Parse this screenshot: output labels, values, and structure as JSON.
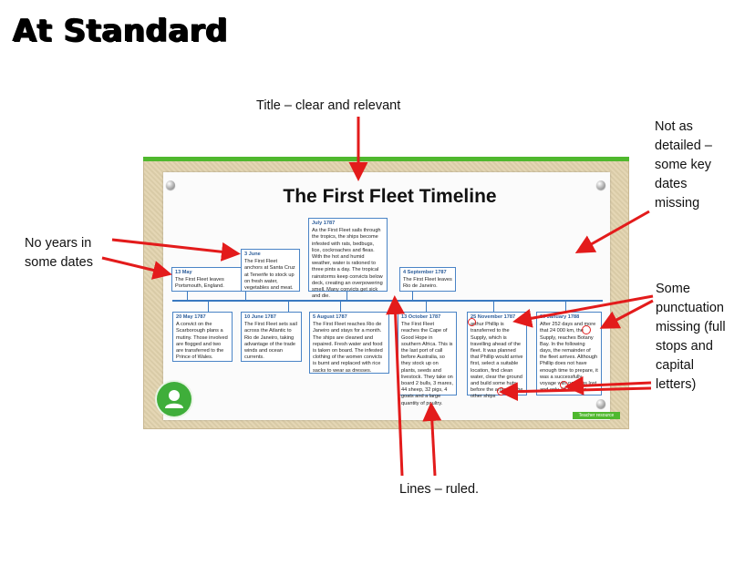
{
  "heading": "At Standard",
  "annotations": {
    "title_note": "Title – clear and relevant",
    "detail_note": [
      "Not as",
      "detailed –",
      "some key",
      "dates",
      "missing"
    ],
    "years_note": [
      "No years in",
      "some dates"
    ],
    "punct_note": [
      "Some",
      "punctuation",
      "missing (full",
      "stops and",
      "capital",
      "letters)"
    ],
    "lines_note": "Lines – ruled."
  },
  "timeline": {
    "title": "The First Fleet Timeline",
    "events_top": [
      {
        "date": "13 May",
        "text": "The First Fleet leaves Portsmouth, England."
      },
      {
        "date": "3 June",
        "text": "The First Fleet anchors at Santa Cruz at Tenerife to stock up on fresh water, vegetables and meat."
      },
      {
        "date": "July 1787",
        "text": "As the First Fleet sails through the tropics, the ships become infested with rats, bedbugs, lice, cockroaches and fleas. With the hot and humid weather, water is rationed to three pints a day. The tropical rainstorms keep convicts below deck, creating an overpowering smell. Many convicts get sick and die."
      },
      {
        "date": "4 September 1787",
        "text": "The First Fleet leaves Rio de Janeiro."
      }
    ],
    "events_bottom": [
      {
        "date": "20 May 1787",
        "text": "A convict on the Scarborough plans a mutiny. Those involved are flogged and two are transferred to the Prince of Wales."
      },
      {
        "date": "10 June 1787",
        "text": "The First Fleet sets sail across the Atlantic to Rio de Janeiro, taking advantage of the trade winds and ocean currents."
      },
      {
        "date": "5 August 1787",
        "text": "The First Fleet reaches Rio de Janeiro and stays for a month. The ships are cleaned and repaired. Fresh water and food is taken on board. The infested clothing of the women convicts is burnt and replaced with rice sacks to wear as dresses."
      },
      {
        "date": "13 October 1787",
        "text": "The First Fleet reaches the Cape of Good Hope in southern Africa. This is the last port of call before Australia, so they stock up on plants, seeds and livestock. They take on board 2 bulls, 3 mares, 44 sheep, 32 pigs, 4 goats and a large quantity of poultry."
      },
      {
        "date": "25 November 1787",
        "text": "arthur Phillip is transferred to the Supply, which is travelling ahead of the fleet. It was planned that Phillip would arrive first, select a suitable location, find clean water, clear the ground and build some huts before the arrival of the other ships"
      },
      {
        "date": "20 January 1788",
        "text": "After 252 days and more that 24 000 km, the Supply, reaches Botany Bay. In the following days, the remainder of the fleet arrives. Although Phillip does not have enough time to prepare, it was a successfully voyage with no ships lost and only 48 fatalities"
      }
    ],
    "logo": "Teacher resource"
  },
  "colors": {
    "accent_green": "#4fb82e",
    "arrow_red": "#e31b1b",
    "timeline_blue": "#3a79c0",
    "board": "#e2d3ae"
  },
  "icons": {
    "avatar": "user-avatar-icon",
    "pins": "pushpin-icon"
  }
}
